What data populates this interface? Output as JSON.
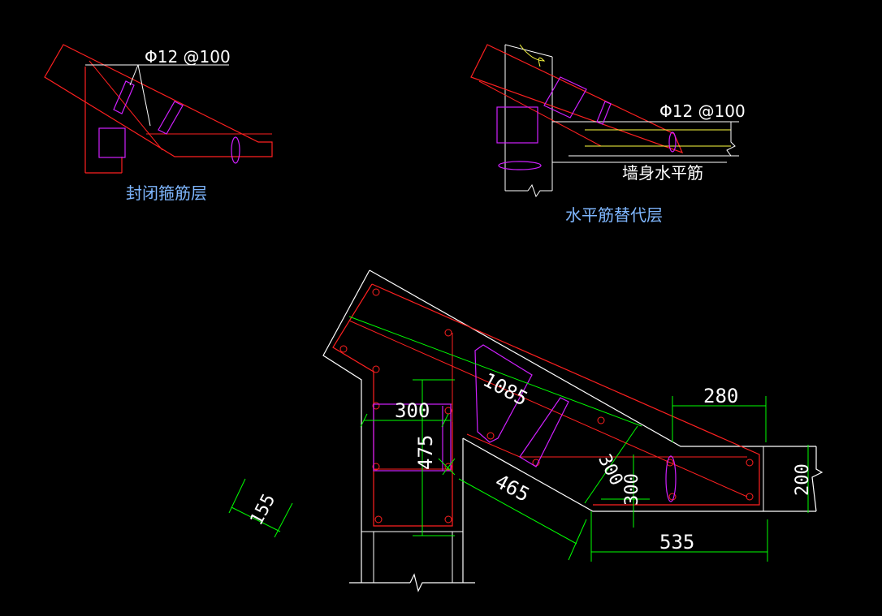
{
  "labels": {
    "rebar_spec_left": "Φ12 @100",
    "rebar_spec_right": "Φ12 @100",
    "closed_stirrup_layer": "封闭箍筋层",
    "horizontal_substitute_layer": "水平筋替代层",
    "wall_horizontal_rebar": "墙身水平筋"
  },
  "dimensions": {
    "d280": "280",
    "d300_top": "300",
    "d1085": "1085",
    "d475": "475",
    "d465": "465",
    "d300_diag": "300",
    "d300_vert": "300",
    "d200": "200",
    "d535": "535",
    "d155": "155"
  },
  "colors": {
    "outline": "#ffffff",
    "concrete_rebar": "#ff2020",
    "stirrup": "#d020ff",
    "dimension": "#00ff00",
    "label": "#7fb7ff",
    "accent": "#ffff40"
  }
}
